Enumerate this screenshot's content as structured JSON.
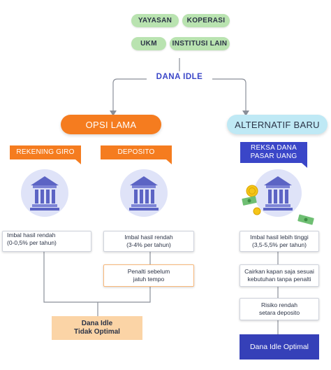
{
  "top_pills": [
    "YAYASAN",
    "KOPERASI",
    "UKM",
    "INSTITUSI LAIN"
  ],
  "center_title": "DANA IDLE",
  "left_option": "OPSI LAMA",
  "right_option": "ALTERNATIF BARU",
  "left_tags": [
    "REKENING GIRO",
    "DEPOSITO"
  ],
  "right_tag": [
    "REKSA DANA",
    "PASAR UANG"
  ],
  "left_col1_box": [
    "Imbal hasil rendah",
    "(0-0,5% per tahun)"
  ],
  "left_col2_box": [
    "Imbal hasil rendah",
    "(3-4% per tahun)"
  ],
  "left_col2_box2": [
    "Penalti sebelum",
    "jatuh tempo"
  ],
  "left_result": [
    "Dana Idle",
    "Tidak Optimal"
  ],
  "right_boxes": [
    [
      "Imbal hasil lebih tinggi",
      "(3,5-5,5% per tahun)"
    ],
    [
      "Cairkan kapan saja sesuai",
      "kebutuhan tanpa penalti"
    ],
    [
      "Risiko rendah",
      "setara deposito"
    ]
  ],
  "right_result": "Dana Idle Optimal",
  "colors": {
    "green_pill": "#b9e3b0",
    "accent_blue": "#3a46c8",
    "orange": "#f57c1f",
    "light_orange": "#fbd4a6",
    "light_blue": "#bfe9f5",
    "dark_blue_result": "#3540b8",
    "bank_icon": "#5c64c4",
    "coin": "#f5c518",
    "cash": "#6fbf73"
  },
  "icons": [
    "bank-icon",
    "bank-icon",
    "bank-icon",
    "coin-icon",
    "cash-icon"
  ]
}
